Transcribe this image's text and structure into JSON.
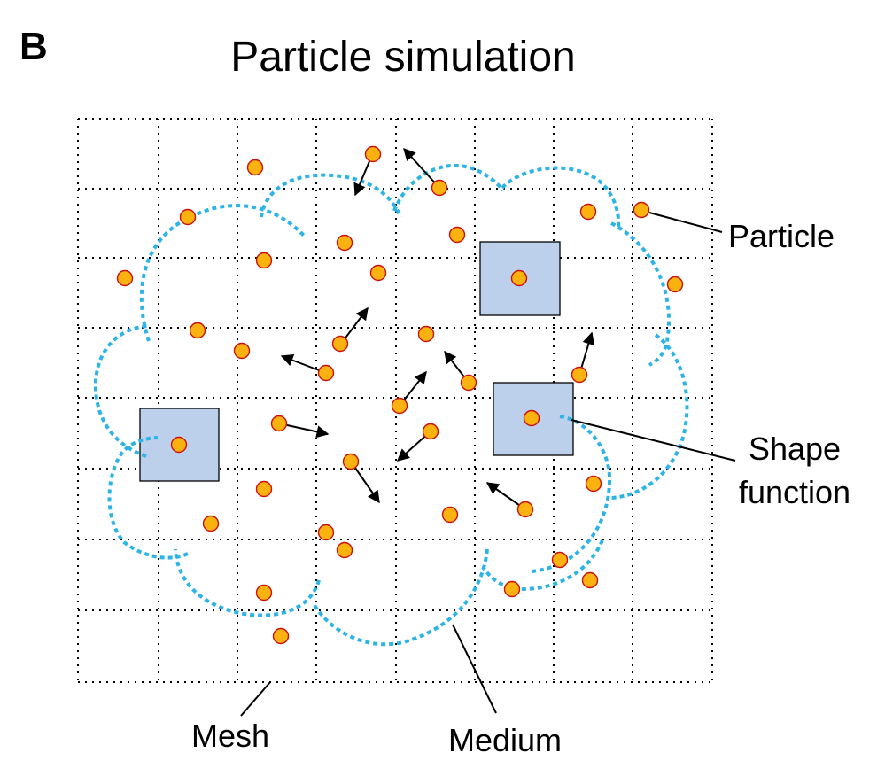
{
  "panel_letter": "B",
  "title": "Particle simulation",
  "labels": {
    "particle": "Particle",
    "shape_function_line1": "Shape",
    "shape_function_line2": "function",
    "mesh": "Mesh",
    "medium": "Medium"
  },
  "colors": {
    "particle_fill": "#f9b20f",
    "particle_stroke": "#cc1010",
    "medium": "#2db4e6",
    "shape_function_fill": "#bcd0ec",
    "grid": "#000000"
  },
  "mesh": {
    "columns": 8,
    "rows": 8
  },
  "shape_functions": 3
}
